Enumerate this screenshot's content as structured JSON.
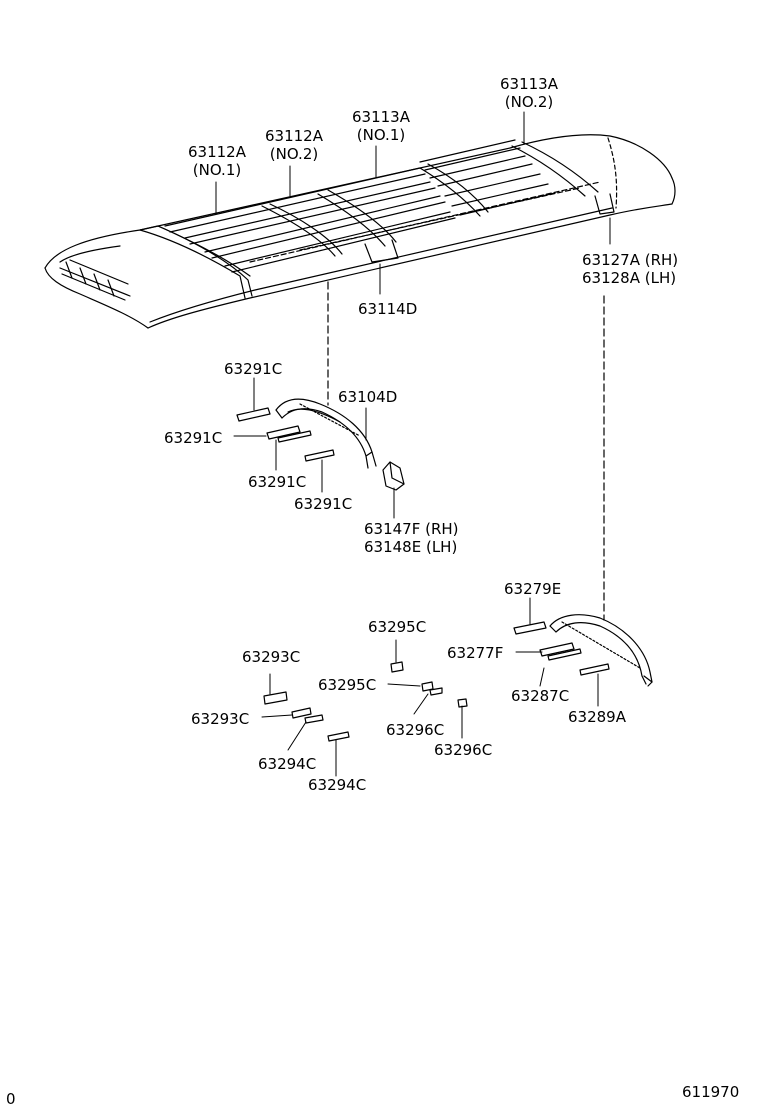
{
  "labels": {
    "p63112A_no1": [
      "63112A",
      "(NO.1)"
    ],
    "p63112A_no2": [
      "63112A",
      "(NO.2)"
    ],
    "p63113A_no1": [
      "63113A",
      "(NO.1)"
    ],
    "p63113A_no2": [
      "63113A",
      "(NO.2)"
    ],
    "p63127A": [
      "63127A (RH)",
      "63128A (LH)"
    ],
    "p63114D": "63114D",
    "p63291C_a": "63291C",
    "p63291C_b": "63291C",
    "p63291C_c": "63291C",
    "p63291C_d": "63291C",
    "p63104D": "63104D",
    "p63147F": [
      "63147F (RH)",
      "63148E (LH)"
    ],
    "p63279E": "63279E",
    "p63277F": "63277F",
    "p63287C": "63287C",
    "p63289A": "63289A",
    "p63295C_a": "63295C",
    "p63295C_b": "63295C",
    "p63296C_a": "63296C",
    "p63296C_b": "63296C",
    "p63293C_a": "63293C",
    "p63293C_b": "63293C",
    "p63294C_a": "63294C",
    "p63294C_b": "63294C"
  },
  "corner_left": "0",
  "corner_right": "611970"
}
